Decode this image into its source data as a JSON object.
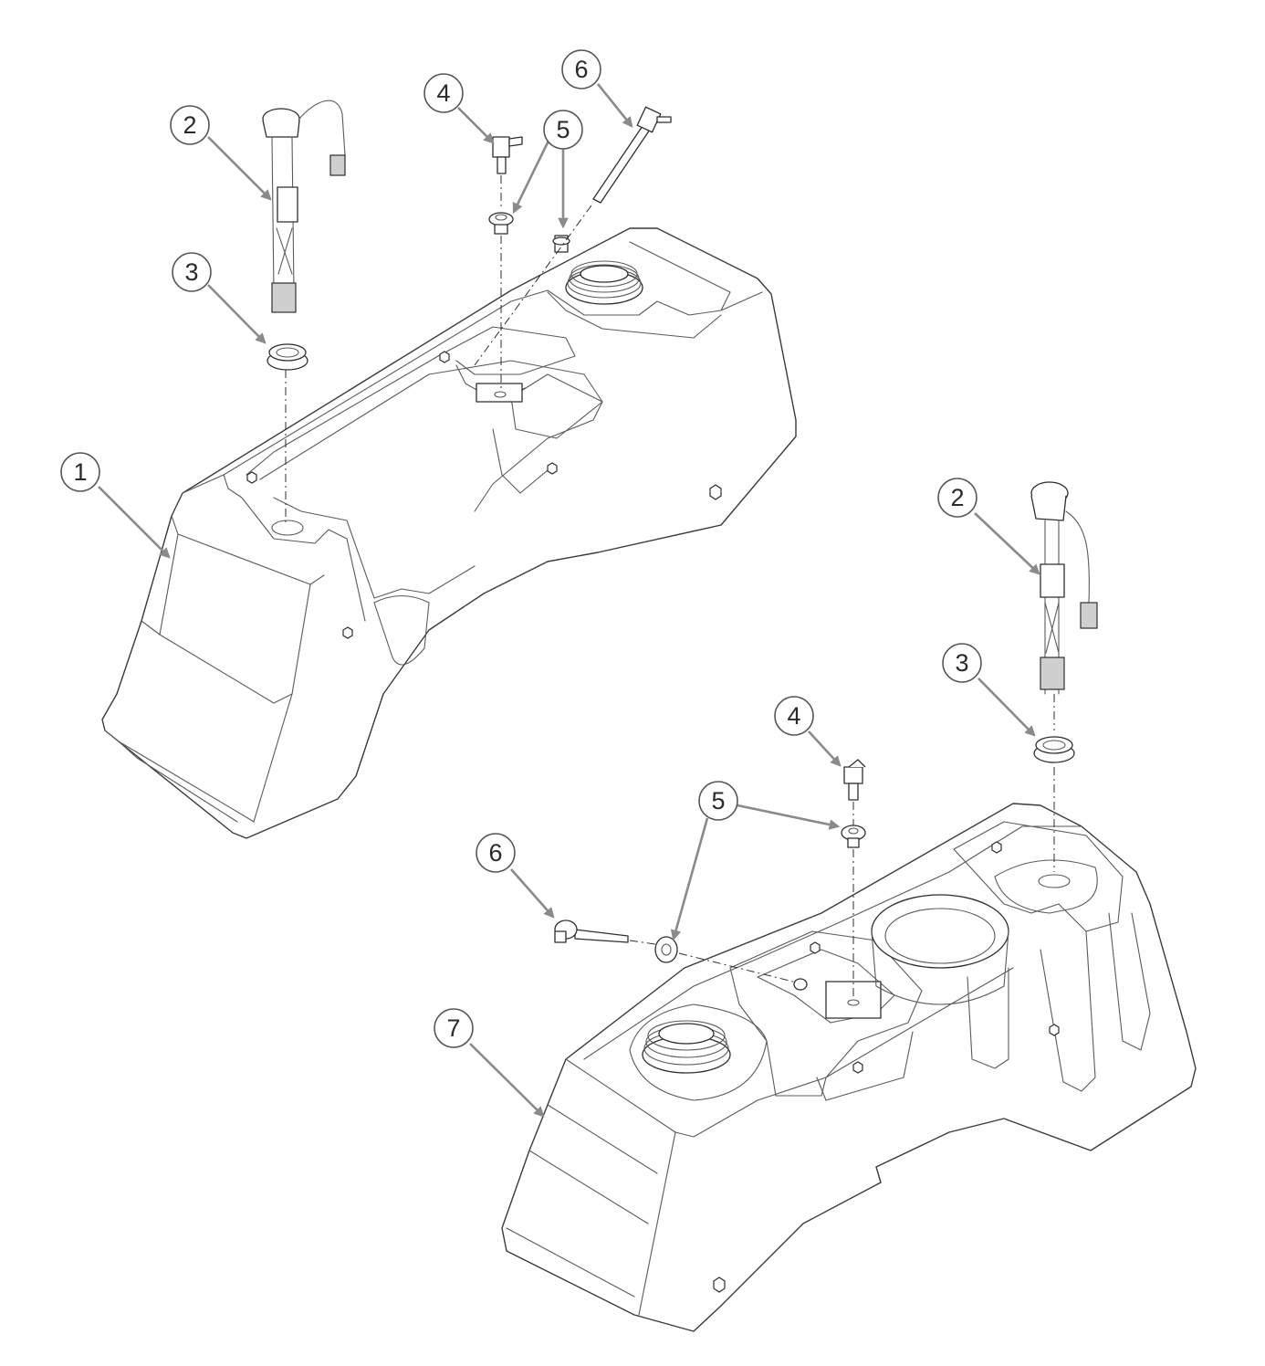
{
  "figure": {
    "callouts_upper": [
      "1",
      "2",
      "3",
      "4",
      "5",
      "6"
    ],
    "callouts_lower": [
      "2",
      "3",
      "4",
      "5",
      "6",
      "7"
    ]
  }
}
